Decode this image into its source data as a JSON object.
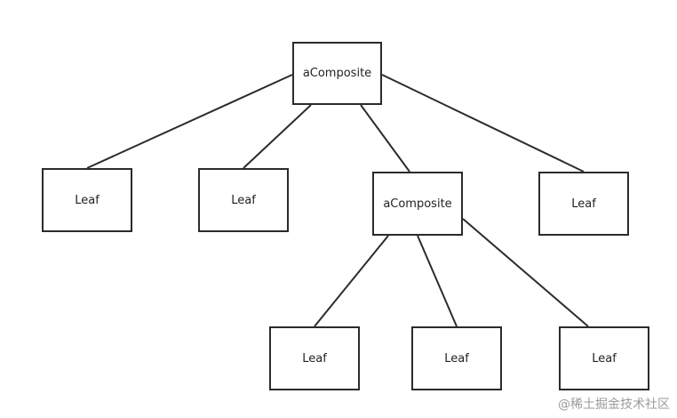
{
  "diagram": {
    "nodes": [
      {
        "id": "root",
        "label": "aComposite"
      },
      {
        "id": "leaf1",
        "label": "Leaf"
      },
      {
        "id": "leaf2",
        "label": "Leaf"
      },
      {
        "id": "comp2",
        "label": "aComposite"
      },
      {
        "id": "leaf3",
        "label": "Leaf"
      },
      {
        "id": "leaf4",
        "label": "Leaf"
      },
      {
        "id": "leaf5",
        "label": "Leaf"
      },
      {
        "id": "leaf6",
        "label": "Leaf"
      }
    ],
    "edges": [
      {
        "from": "root",
        "to": "leaf1"
      },
      {
        "from": "root",
        "to": "leaf2"
      },
      {
        "from": "root",
        "to": "comp2"
      },
      {
        "from": "root",
        "to": "leaf3"
      },
      {
        "from": "comp2",
        "to": "leaf4"
      },
      {
        "from": "comp2",
        "to": "leaf5"
      },
      {
        "from": "comp2",
        "to": "leaf6"
      }
    ]
  },
  "watermark": "@稀土掘金技术社区"
}
